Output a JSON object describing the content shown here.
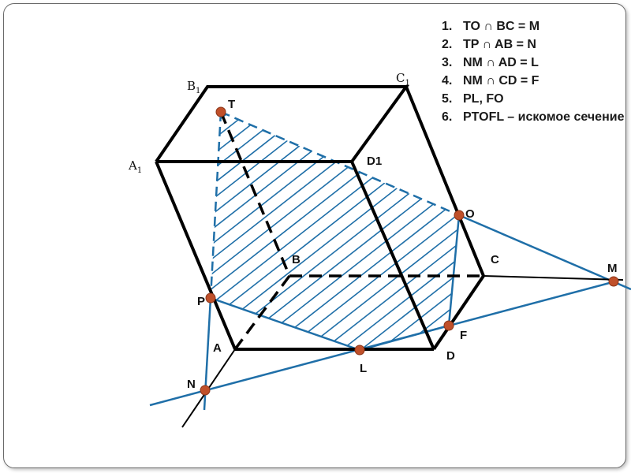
{
  "colors": {
    "edges": "#000000",
    "section": "#1f6fa8",
    "hatch": "#1f6fa8",
    "points": "#c0502a",
    "text": "#1a1a1a"
  },
  "vertex_labels": {
    "B1": "B",
    "B1_sub": "1",
    "C1": "C",
    "C1_sub": "1",
    "A1": "A",
    "A1_sub": "1",
    "D1": "D1",
    "A": "A",
    "B": "B",
    "C": "C",
    "D": "D"
  },
  "point_labels": {
    "T": "T",
    "O": "O",
    "P": "P",
    "L": "L",
    "F": "F",
    "N": "N",
    "M": "M"
  },
  "steps": [
    {
      "num": "1.",
      "text": "TO ∩ BC = M"
    },
    {
      "num": "2.",
      "text": "TP ∩ AB = N"
    },
    {
      "num": "3.",
      "text": "NM ∩ AD = L"
    },
    {
      "num": "4.",
      "text": "NM ∩ CD = F"
    },
    {
      "num": "5.",
      "text": "PL, FO"
    },
    {
      "num": "6.",
      "text": "PTOFL – искомое сечение"
    }
  ]
}
